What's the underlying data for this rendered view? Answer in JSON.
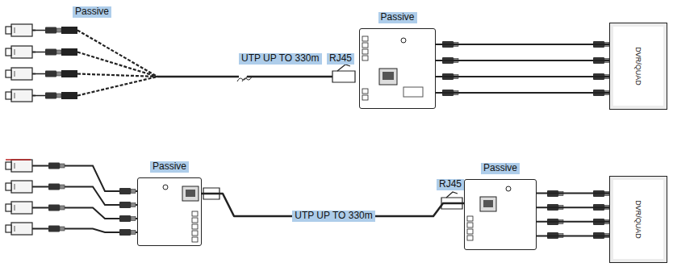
{
  "diagram": {
    "nodes": [
      {
        "text": [
          "Passive"
        ]
      },
      {
        "text": [
          "DVR/QUAD"
        ]
      },
      {
        "text": [
          "Passive"
        ]
      },
      {
        "text": [
          "Passive"
        ]
      },
      {
        "text": [
          "DVR/QUAD"
        ]
      }
    ],
    "edges": [
      {
        "from": 0,
        "to": 1,
        "arrow": "none"
      },
      {
        "from": 0,
        "to": 1,
        "arrow": "none"
      },
      {
        "from": 0,
        "to": 1,
        "arrow": "none"
      },
      {
        "from": 0,
        "to": 1,
        "arrow": "none"
      },
      {
        "from": 2,
        "to": 3,
        "label": "UTP UP TO 330m",
        "arrow": "none"
      },
      {
        "from": 3,
        "to": 4,
        "arrow": "none"
      },
      {
        "from": 3,
        "to": 4,
        "arrow": "none"
      },
      {
        "from": 3,
        "to": 4,
        "arrow": "none"
      },
      {
        "from": 3,
        "to": 4,
        "arrow": "none"
      }
    ],
    "labels": [
      "Passive",
      "UTP UP TO 330m",
      "RJ45",
      "RJ45"
    ]
  }
}
